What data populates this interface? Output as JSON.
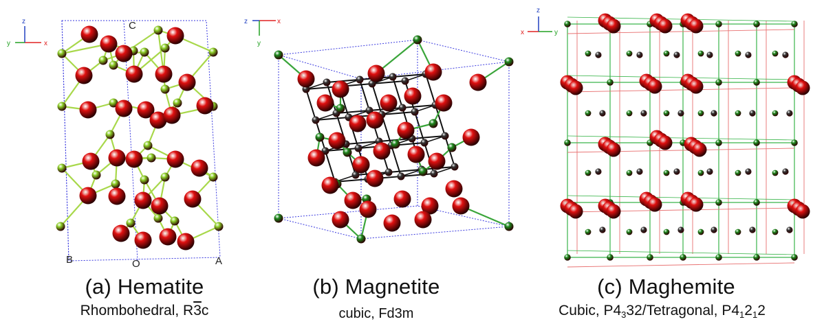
{
  "colors": {
    "oxygen": "#e01010",
    "iron_green_a": "#8ed12a",
    "iron_green_b": "#1e8a1e",
    "iron_black": "#111111",
    "cell_edge": "#3a3adf",
    "axis_x": "#e02020",
    "axis_y": "#20a020",
    "axis_z": "#2040c0"
  },
  "panels": [
    {
      "id": "hematite",
      "title": "(a) Hematite",
      "subtitle_prefix": "Rhombohedral, R",
      "subtitle_overline": "3",
      "subtitle_suffix": "c",
      "axes": {
        "x": "x",
        "y": "y",
        "z": "z"
      },
      "cell_labels": {
        "c": "C",
        "a": "A",
        "b": "B",
        "o": "O"
      }
    },
    {
      "id": "magnetite",
      "title": "(b) Magnetite",
      "subtitle": "cubic, Fd3m",
      "axes": {
        "x": "x",
        "y": "y",
        "z": "z"
      }
    },
    {
      "id": "maghemite",
      "title": "(c) Maghemite",
      "subtitle_parts": [
        "Cubic, P4",
        "3",
        "32/Tetragonal, P4",
        "1",
        "2",
        "1",
        "2"
      ],
      "axes": {
        "x": "x",
        "y": "y",
        "z": "z"
      }
    }
  ]
}
